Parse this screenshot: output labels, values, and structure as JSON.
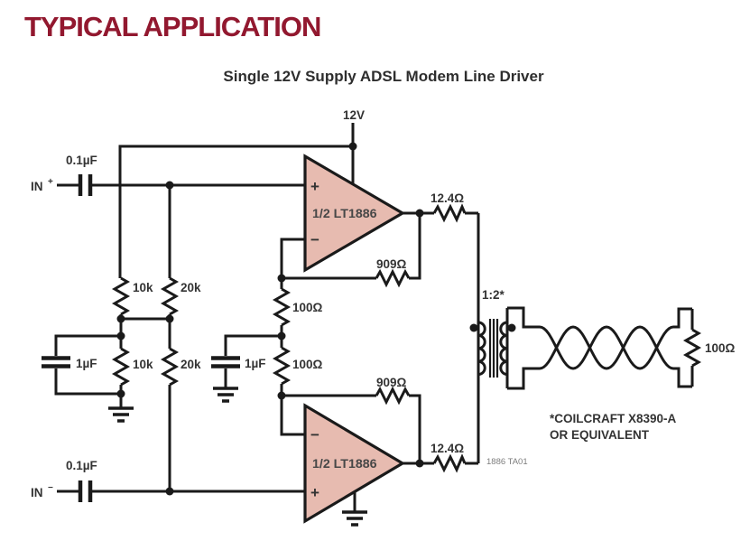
{
  "page": {
    "title": "TYPICAL APPLICATION",
    "subtitle": "Single 12V Supply ADSL Modem Line Driver",
    "figure_id": "1886 TA01"
  },
  "supply": {
    "label": "12V"
  },
  "inputs": {
    "positive": {
      "base": "IN",
      "sign": "+"
    },
    "negative": {
      "base": "IN",
      "sign": "−"
    }
  },
  "opamps": {
    "top": {
      "label": "1/2 LT1886",
      "noninv": "+",
      "inv": "−"
    },
    "bottom": {
      "label": "1/2 LT1886",
      "noninv": "+",
      "inv": "−"
    }
  },
  "capacitors": {
    "input_top": "0.1µF",
    "input_bottom": "0.1µF",
    "bias_filter": "1µF",
    "mid_filter": "1µF"
  },
  "resistors": {
    "bias_upper_left": "10k",
    "bias_upper_right": "20k",
    "bias_lower_left": "10k",
    "bias_lower_right": "20k",
    "gain_top": "100Ω",
    "gain_bottom": "100Ω",
    "feedback_top": "909Ω",
    "feedback_bottom": "909Ω",
    "output_top": "12.4Ω",
    "output_bottom": "12.4Ω",
    "line_load": "100Ω"
  },
  "transformer": {
    "ratio": "1:2*",
    "note_line1": "*COILCRAFT X8390-A",
    "note_line2": "OR EQUIVALENT"
  },
  "colors": {
    "title": "#92182f",
    "opamp_fill": "#e7bbb0",
    "wire": "#1a1a1a",
    "label": "#333333",
    "figure_id": "#7d7d7d"
  }
}
